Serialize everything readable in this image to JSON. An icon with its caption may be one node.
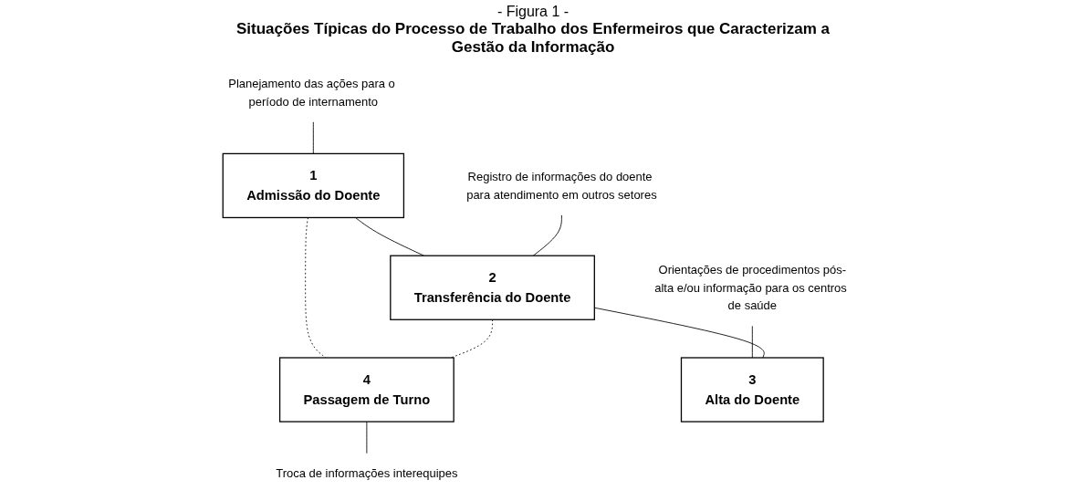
{
  "diagram": {
    "title": "Situações Típicas do Processo de Trabalho dos Enfermeiros que Caracterizam a Gestão da Informação",
    "nodes": [
      {
        "text": [
          "Planejamento das ações para o período de internamento"
        ]
      },
      {
        "text": [
          "1",
          "Admissão do Doente"
        ]
      },
      {
        "text": [
          "Registro de informações do doente para atendimento em outros setores"
        ]
      },
      {
        "text": [
          "2",
          "Transferência do Doente"
        ]
      },
      {
        "text": [
          "4",
          "Passagem de Turno"
        ]
      },
      {
        "text": [
          "Troca de informações interequipes"
        ]
      },
      {
        "text": [
          "Orientações de procedimentos pós-alta e/ou informação para os centros de saúde"
        ]
      },
      {
        "text": [
          "3",
          "Alta do Doente"
        ]
      }
    ],
    "edges": [
      {
        "from": 0,
        "to": 1,
        "arrow": "none"
      },
      {
        "from": 1,
        "to": 3,
        "arrow": "none"
      },
      {
        "from": 1,
        "to": 4,
        "arrow": "none",
        "style": "dashed"
      },
      {
        "from": 2,
        "to": 3,
        "arrow": "none"
      },
      {
        "from": 3,
        "to": 4,
        "arrow": "none",
        "style": "dashed"
      },
      {
        "from": 4,
        "to": 5,
        "arrow": "none"
      },
      {
        "from": 6,
        "to": 7,
        "arrow": "none"
      },
      {
        "from": 3,
        "to": 7,
        "arrow": "none"
      }
    ],
    "labels": [
      "- Figura 1 -"
    ]
  }
}
